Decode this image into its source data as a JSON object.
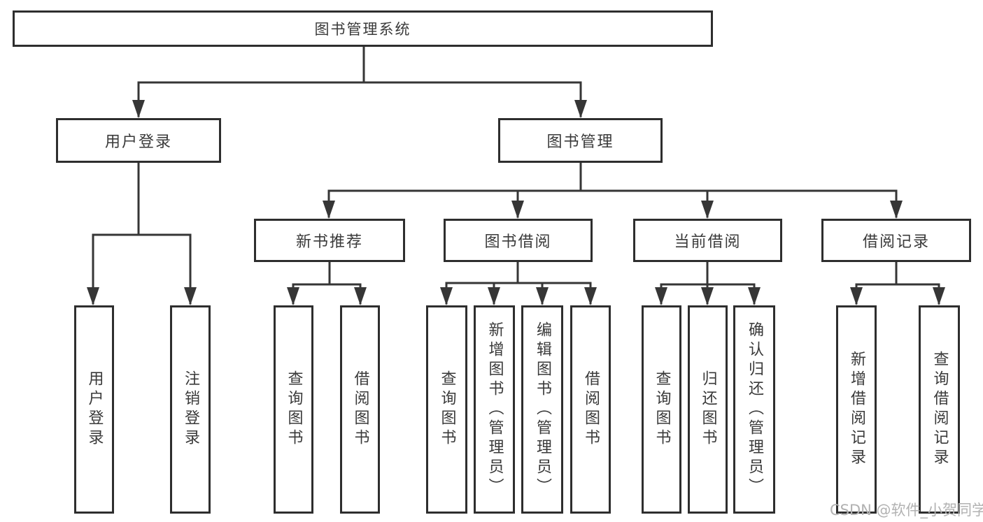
{
  "watermark": "CSDN @软件_小贺同学",
  "colors": {
    "line": "#363636",
    "box_border": "#2e2e2e",
    "text": "#3a3a3a",
    "watermark": "#b2b2b2",
    "background": "#ffffff"
  },
  "tree": {
    "root": {
      "label": "图书管理系统",
      "children": [
        {
          "label": "用户登录",
          "children": [
            {
              "label": "用户登录"
            },
            {
              "label": "注销登录"
            }
          ]
        },
        {
          "label": "图书管理",
          "children": [
            {
              "label": "新书推荐",
              "children": [
                {
                  "label": "查询图书"
                },
                {
                  "label": "借阅图书"
                }
              ]
            },
            {
              "label": "图书借阅",
              "children": [
                {
                  "label": "查询图书"
                },
                {
                  "label": "新增图书（管理员）"
                },
                {
                  "label": "编辑图书（管理员）"
                },
                {
                  "label": "借阅图书"
                }
              ]
            },
            {
              "label": "当前借阅",
              "children": [
                {
                  "label": "查询图书"
                },
                {
                  "label": "归还图书"
                },
                {
                  "label": "确认归还（管理员）"
                }
              ]
            },
            {
              "label": "借阅记录",
              "children": [
                {
                  "label": "新增借阅记录"
                },
                {
                  "label": "查询借阅记录"
                }
              ]
            }
          ]
        }
      ]
    }
  }
}
